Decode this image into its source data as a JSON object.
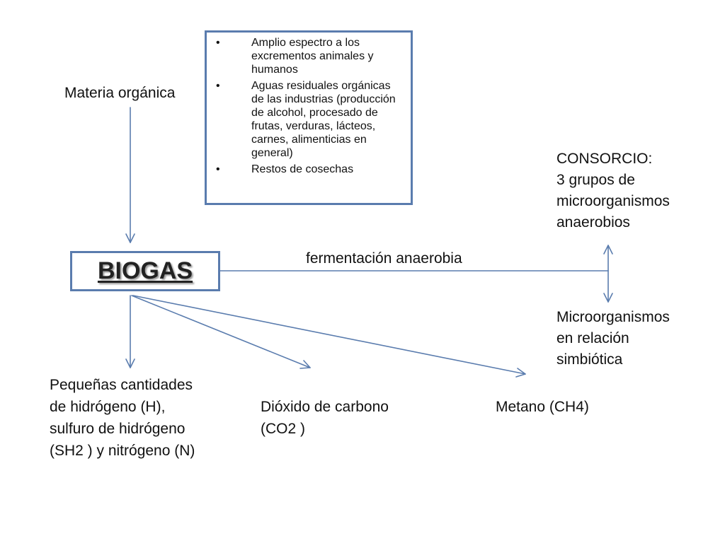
{
  "diagram": {
    "source_label": "Materia orgánica",
    "sources": [
      "Amplio espectro a los excrementos animales y humanos",
      "Aguas residuales orgánicas de las industrias (producción de alcohol, procesado de frutas, verduras, lácteos, carnes, alimenticias en general)",
      "Restos de cosechas"
    ],
    "center_label": "BIOGAS",
    "process_label": "fermentación anaerobia",
    "consortium": [
      "CONSORCIO:",
      "3 grupos de",
      "microorganismos",
      "anaerobios"
    ],
    "symbiosis": [
      "Microorganismos",
      "en relación",
      "simbiótica"
    ],
    "products": [
      {
        "lines": [
          "Pequeñas cantidades",
          "de hidrógeno (H),",
          "sulfuro de hidrógeno",
          "(SH2 ) y nitrógeno (N)"
        ]
      },
      {
        "lines": [
          "Dióxido de carbono",
          "(CO2 )"
        ]
      },
      {
        "lines": [
          "Metano (CH4)"
        ]
      }
    ],
    "colors": {
      "arrow": "#5a7cae",
      "box_border": "#5a7cae",
      "text": "#111111"
    },
    "bullet_glyph": "•"
  }
}
